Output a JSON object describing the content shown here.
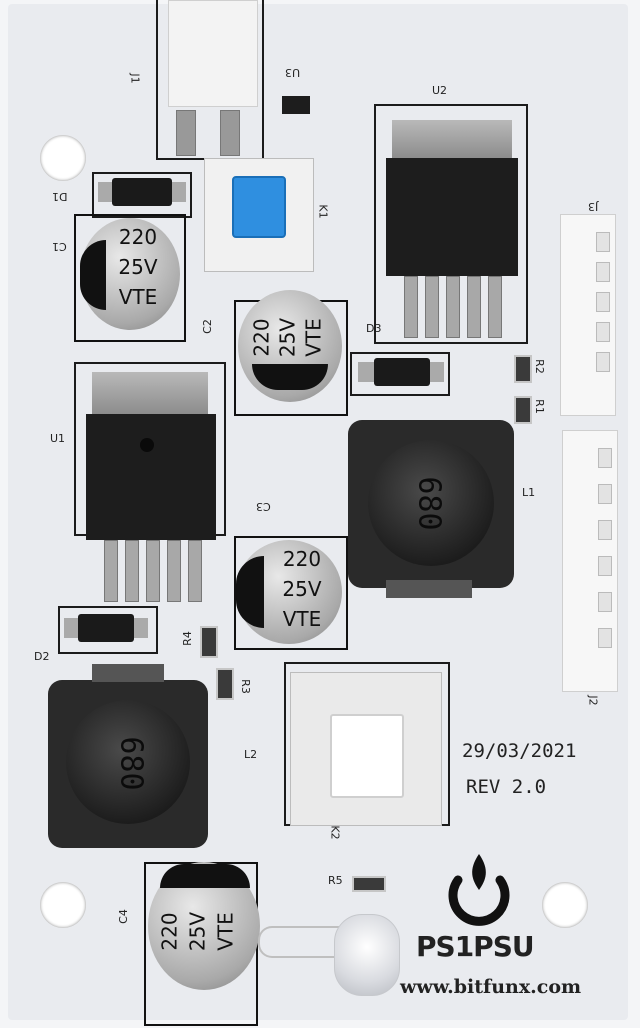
{
  "pcb": {
    "date_text": "29/03/2021",
    "revision_text": "REV 2.0",
    "logo_name": "PS1PSU",
    "website": "www.bitfunx.com",
    "logo_icon": "power-symbol-flame-icon"
  },
  "designators": {
    "j1": "J1",
    "u3": "U3",
    "u2": "U2",
    "d1": "D1",
    "k1": "K1",
    "c1": "C1",
    "c2": "C2",
    "d3": "D3",
    "r2": "R2",
    "r1": "R1",
    "j3": "J3",
    "u1": "U1",
    "l1": "L1",
    "c3": "C3",
    "d2": "D2",
    "r4": "R4",
    "r3": "R3",
    "j2": "J2",
    "l2": "L2",
    "k2": "K2",
    "r5": "R5",
    "c4": "C4"
  },
  "capacitor_marking": {
    "value": "220",
    "voltage": "25V",
    "series": "VTE"
  },
  "inductor_marking": "680"
}
